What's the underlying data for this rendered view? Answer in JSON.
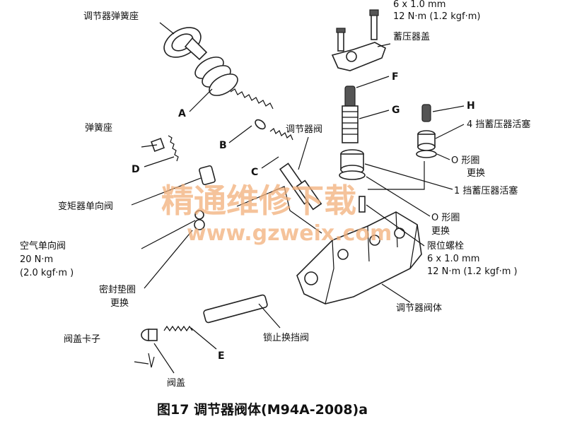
{
  "labels": {
    "regulator_spring_seat": "调节器弹簧座",
    "spring_seat": "弹簧座",
    "torque_converter_check_valve": "变矩器单向阀",
    "air_check_valve": "空气单向阀",
    "air_check_valve_torque_1": "20 N·m",
    "air_check_valve_torque_2": "(2.0 kgf·m )",
    "sealing_washer": "密封垫圈",
    "sealing_washer_note": "更换",
    "valve_cap_clip": "阀盖卡子",
    "valve_cap": "阀盖",
    "lock_up_shift_valve": "锁止换挡阀",
    "regulator_valve_body": "调节器阀体",
    "regulator_valve": "调节器阀",
    "accumulator_cover": "蓄压器盖",
    "top_bolt_size": "6 x 1.0 mm",
    "top_bolt_torque": "12 N·m (1.2 kgf·m)",
    "fourth_accumulator_piston": "4 挡蓄压器活塞",
    "o_ring_right": "O 形圈",
    "o_ring_right_note": "更换",
    "first_accumulator_piston": "1 挡蓄压器活塞",
    "o_ring_center": "O 形圈",
    "o_ring_center_note": "更换",
    "stop_bolt": "限位螺栓",
    "stop_bolt_size": "6 x 1.0 mm",
    "stop_bolt_torque": "12 N·m (1.2 kgf·m )"
  },
  "letters": {
    "A": "A",
    "B": "B",
    "C": "C",
    "D": "D",
    "E": "E",
    "F": "F",
    "G": "G",
    "H": "H"
  },
  "watermark": {
    "cn": "精通维修下载",
    "url": "www.gzweix.com"
  },
  "caption": "图17 调节器阀体(M94A-2008)a"
}
